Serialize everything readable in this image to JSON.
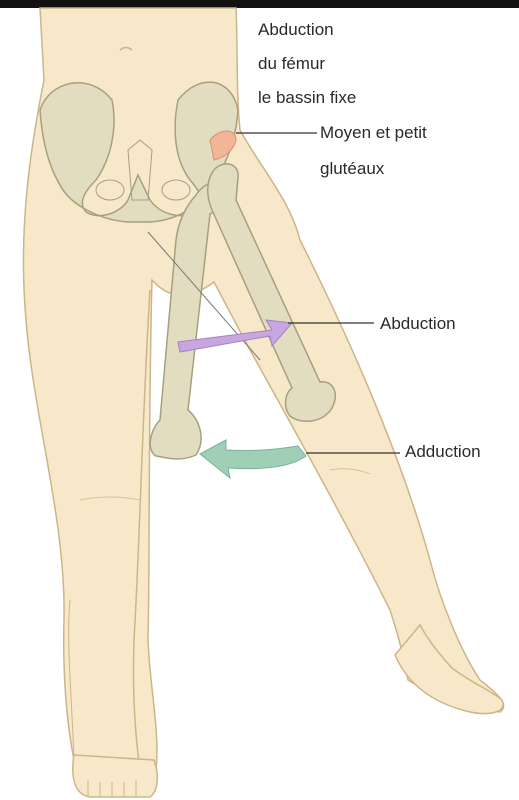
{
  "title": {
    "line1": "Abduction",
    "line2": "du fémur",
    "line3": "le bassin fixe"
  },
  "labels": {
    "muscles_line1": "Moyen et petit",
    "muscles_line2": "glutéaux",
    "abduction": "Abduction",
    "adduction": "Adduction"
  },
  "colors": {
    "skin": "#f6e8c8",
    "skin_outline": "#cdb58a",
    "bone": "#e2dcc1",
    "bone_outline": "#a89f7e",
    "muscle": "#f2b596",
    "abduction_arrow": "#c8a6e0",
    "adduction_arrow": "#9fd0b6",
    "leader_line": "#333333",
    "top_border": "#111111"
  }
}
